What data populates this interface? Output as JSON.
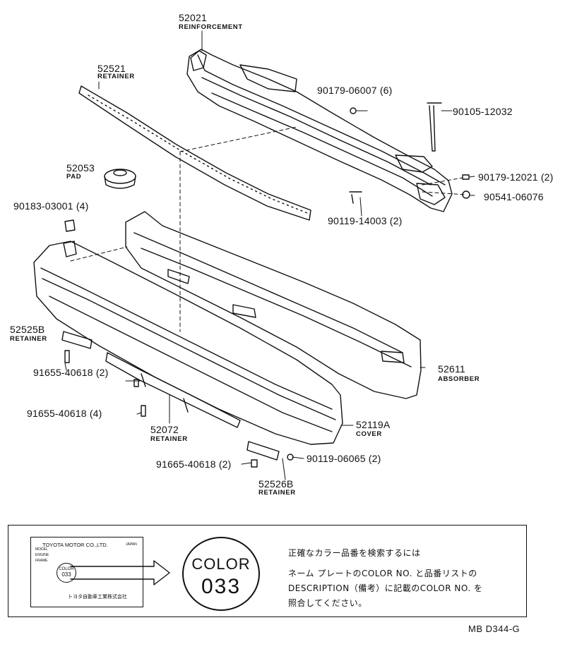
{
  "parts": {
    "reinforcement": {
      "number": "52021",
      "name": "REINFORCEMENT"
    },
    "retainer_top": {
      "number": "52521",
      "name": "RETAINER"
    },
    "pad": {
      "number": "52053",
      "name": "PAD"
    },
    "clip_90183": {
      "number": "90183-03001 (4)"
    },
    "nut_90179_06007": {
      "number": "90179-06007 (6)"
    },
    "bolt_90105": {
      "number": "90105-12032"
    },
    "nut_90179_12021": {
      "number": "90179-12021 (2)"
    },
    "nut_90541": {
      "number": "90541-06076"
    },
    "bolt_90119_14003": {
      "number": "90119-14003 (2)"
    },
    "retainer_52525b": {
      "number": "52525B",
      "name": "RETAINER"
    },
    "screw_91655_a": {
      "number": "91655-40618 (2)"
    },
    "absorber": {
      "number": "52611",
      "name": "ABSORBER"
    },
    "screw_91655_b": {
      "number": "91655-40618 (4)"
    },
    "retainer_52072": {
      "number": "52072",
      "name": "RETAINER"
    },
    "cover": {
      "number": "52119A",
      "name": "COVER"
    },
    "screw_91665": {
      "number": "91665-40618 (2)"
    },
    "bolt_90119_06065": {
      "number": "90119-06065 (2)"
    },
    "retainer_52526b": {
      "number": "52526B",
      "name": "RETAINER"
    }
  },
  "color_note": {
    "plate_header": "TOYOTA MOTOR CO.,LTD.",
    "plate_country": "JAPAN",
    "plate_lines": [
      "MODEL",
      "ENGINE",
      "FRAME"
    ],
    "plate_color_label": "COLOR",
    "plate_color_code": "033",
    "plate_maker": "トヨタ自動車工業株式会社",
    "big_color_label": "COLOR",
    "big_color_code": "033",
    "text_lines": [
      "正確なカラー品番を検索するには",
      "ネーム プレートのCOLOR NO. と品番リストの",
      "DESCRIPTION（備考）に記載のCOLOR NO. を",
      "照合してください。"
    ]
  },
  "footer_code": "MB D344-G"
}
